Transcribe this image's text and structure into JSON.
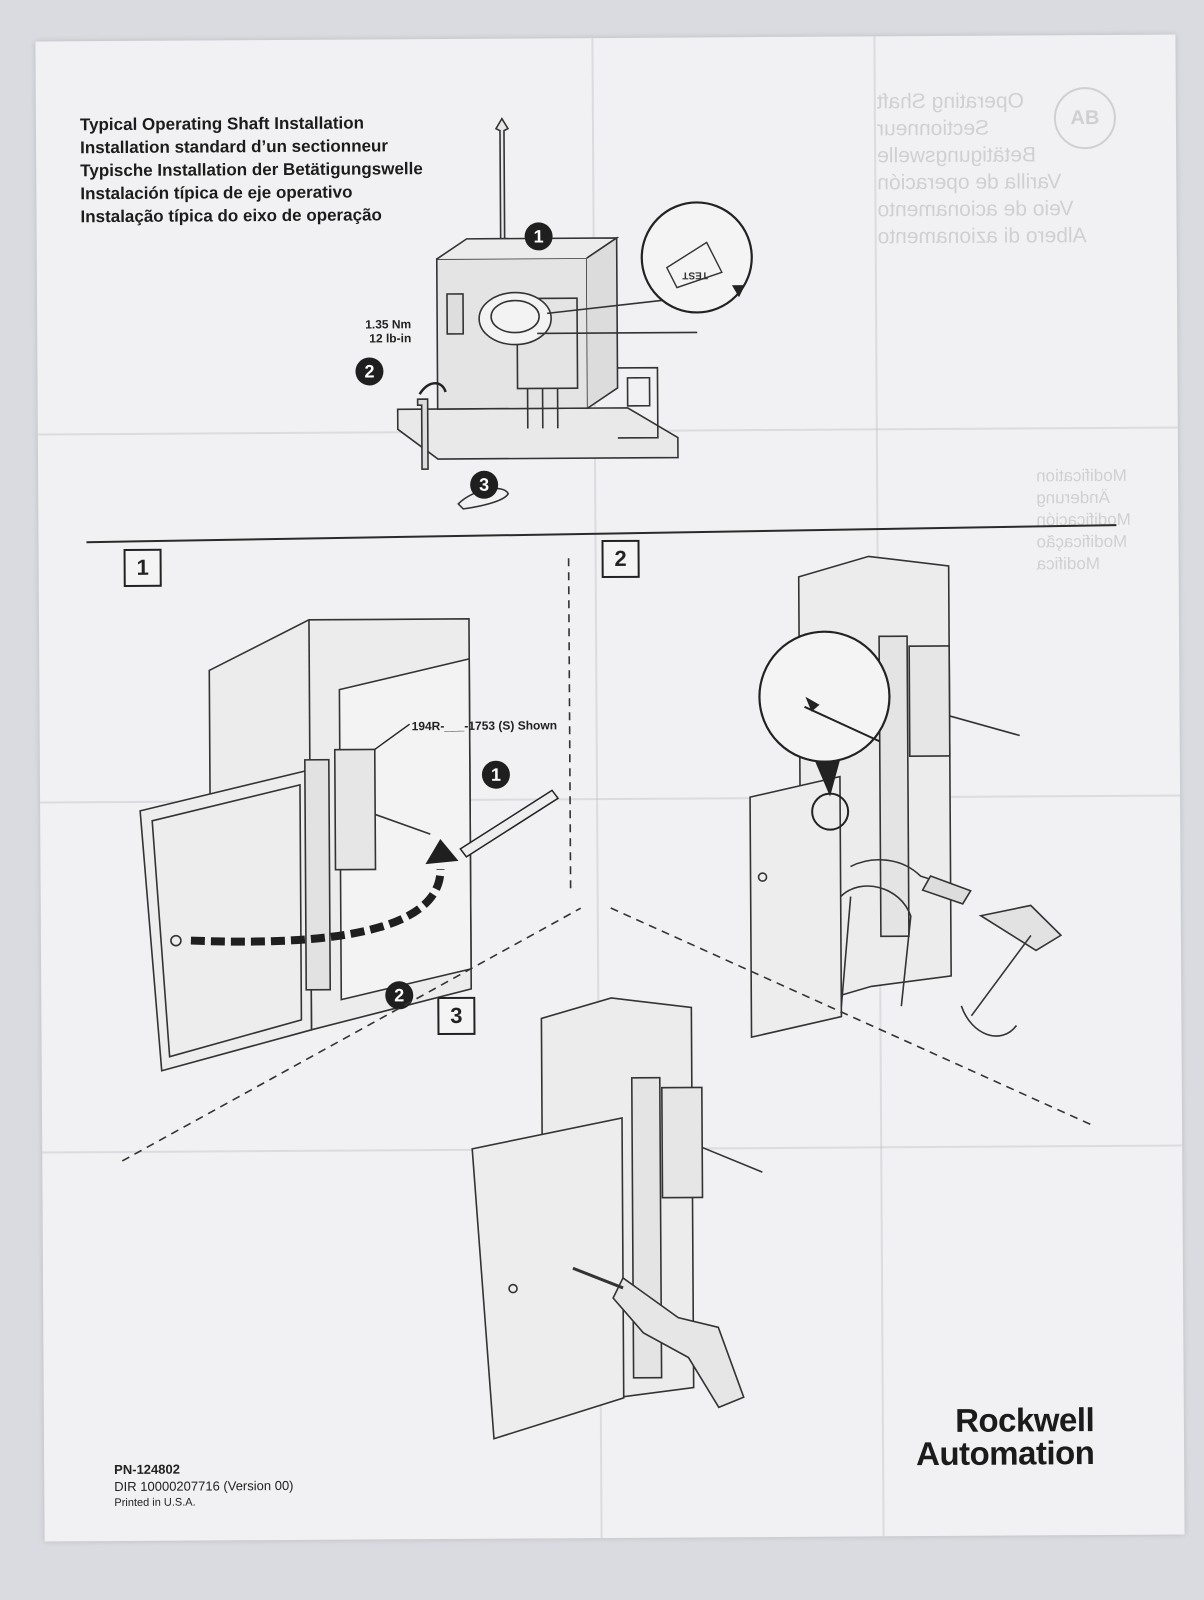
{
  "document": {
    "titles": [
      "Typical Operating Shaft Installation",
      "Installation standard d’un sectionneur",
      "Typische Installation der Betätigungswelle",
      "Instalación típica de eje operativo",
      "Instalação típica do eixo de operação"
    ],
    "torque": {
      "nm": "1.35 Nm",
      "lbin": "12 lb-in"
    },
    "top_callouts": [
      "1",
      "2",
      "3"
    ],
    "test_label": "TEST",
    "steps": [
      {
        "number": "1",
        "callout_label": "194R-___-1753 (S) Shown",
        "callouts": [
          "1",
          "2"
        ]
      },
      {
        "number": "2"
      },
      {
        "number": "3"
      }
    ],
    "footer": {
      "pn": "PN-124802",
      "dir": "DIR 10000207716 (Version 00)",
      "printed": "Printed in U.S.A."
    },
    "brand": {
      "line1": "Rockwell",
      "line2": "Automation"
    },
    "show_through": {
      "logo": "AB",
      "lines": [
        "Operating Shaft",
        "Sectionneur",
        "Betätigungswelle",
        "Varilla de operación",
        "Veio de acionamento",
        "Albero di azionamento"
      ],
      "modification": [
        "Modification",
        "Änderung",
        "Modificación",
        "Modificação",
        "Modifica"
      ]
    }
  }
}
